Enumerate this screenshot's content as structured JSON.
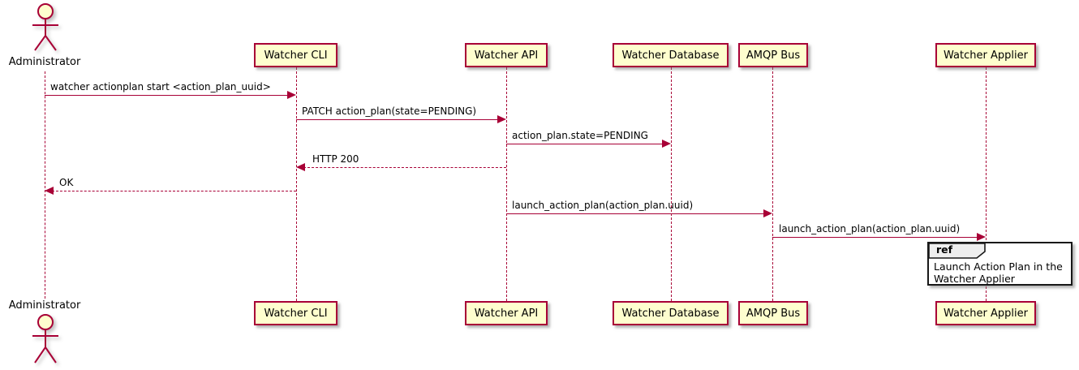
{
  "diagram": {
    "type": "sequence",
    "colors": {
      "participant_fill": "#FEFECE",
      "participant_border": "#A80036",
      "line_color": "#A80036",
      "text_color": "#000000",
      "ref_header_fill": "#EEEEEE",
      "ref_border": "#181818",
      "background": "#FFFFFF"
    },
    "actor": {
      "label": "Administrator"
    },
    "participants": [
      {
        "label": "Watcher CLI"
      },
      {
        "label": "Watcher API"
      },
      {
        "label": "Watcher Database"
      },
      {
        "label": "AMQP Bus"
      },
      {
        "label": "Watcher Applier"
      }
    ],
    "messages": [
      {
        "from": "Administrator",
        "to": "Watcher CLI",
        "text": "watcher actionplan start <action_plan_uuid>",
        "style": "solid"
      },
      {
        "from": "Watcher CLI",
        "to": "Watcher API",
        "text": "PATCH action_plan(state=PENDING)",
        "style": "solid"
      },
      {
        "from": "Watcher API",
        "to": "Watcher Database",
        "text": "action_plan.state=PENDING",
        "style": "solid"
      },
      {
        "from": "Watcher API",
        "to": "Watcher CLI",
        "text": "HTTP 200",
        "style": "dashed"
      },
      {
        "from": "Watcher CLI",
        "to": "Administrator",
        "text": "OK",
        "style": "dashed"
      },
      {
        "from": "Watcher API",
        "to": "AMQP Bus",
        "text": "launch_action_plan(action_plan.uuid)",
        "style": "solid"
      },
      {
        "from": "AMQP Bus",
        "to": "Watcher Applier",
        "text": "launch_action_plan(action_plan.uuid)",
        "style": "solid"
      }
    ],
    "ref_fragment": {
      "keyword": "ref",
      "over": "Watcher Applier",
      "line1": "Launch Action Plan in the",
      "line2": "Watcher Applier"
    }
  }
}
